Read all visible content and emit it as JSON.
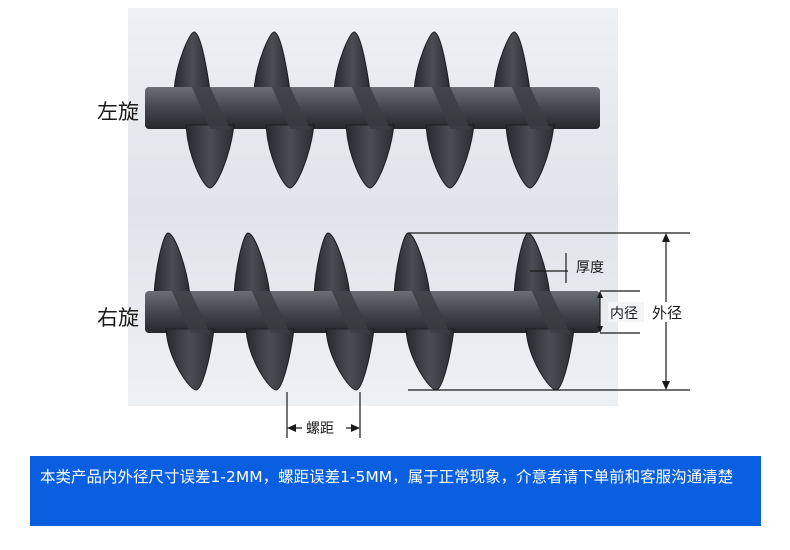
{
  "labels": {
    "left_hand": "左旋",
    "right_hand": "右旋",
    "thickness": "厚度",
    "inner_diameter": "内径",
    "outer_diameter": "外径",
    "pitch": "螺距"
  },
  "notice": {
    "text": "本类产品内外径尺寸误差1-2MM，螺距误差1-5MM，属于正常现象，介意者请下单前和客服沟通清楚"
  },
  "colors": {
    "banner": "#0a5fe0",
    "metal_dark": "#2f3237",
    "metal_mid": "#474b51",
    "metal_light": "#6a6f76"
  }
}
